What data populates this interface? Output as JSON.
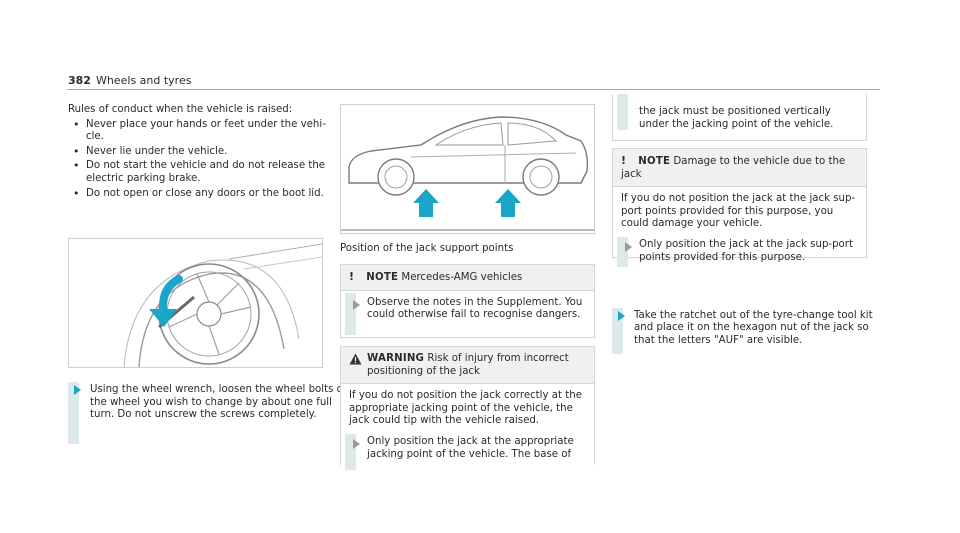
{
  "header": {
    "page_number": "382",
    "title": "Wheels and tyres"
  },
  "col1": {
    "intro": "Rules of conduct when the vehicle is raised:",
    "bullets": [
      "Never place your hands or feet under the vehi-cle.",
      "Never lie under the vehicle.",
      "Do not start the vehicle and do not release the electric parking brake.",
      "Do not open or close any doors or the boot lid."
    ],
    "step": "Using the wheel wrench, loosen the wheel bolts on the wheel you wish to change by about one full turn. Do not unscrew the screws completely."
  },
  "col2": {
    "caption": "Position of the jack support points",
    "note1": {
      "tag": "NOTE",
      "title": "Mercedes-AMG vehicles",
      "step": "Observe the notes in the Supplement. You could otherwise fail to recognise dangers."
    },
    "warning": {
      "tag": "WARNING",
      "title": "Risk of injury from incorrect positioning of the jack",
      "body": "If you do not position the jack correctly at the appropriate jacking point of the vehicle, the jack could tip with the vehicle raised.",
      "step": "Only position the jack at the appropriate jacking point of the vehicle. The base of"
    }
  },
  "col3": {
    "continued": "the jack must be positioned vertically under the jacking point of the vehicle.",
    "note2": {
      "tag": "NOTE",
      "title": "Damage to the vehicle due to the jack",
      "body": "If you do not position the jack at the jack sup-port points provided for this purpose, you could damage your vehicle.",
      "step": "Only position the jack at the jack sup-port points provided for this purpose."
    },
    "step": "Take the ratchet out of the tyre-change tool kit and place it on the hexagon nut of the jack so that the letters \"AUF\" are visible."
  },
  "colors": {
    "accent": "#1aa6c8",
    "stripe": "#dde8ea",
    "header_line": "#7fb2bd",
    "box_head": "#f0f0f0"
  },
  "icons": [
    "exclamation-icon",
    "warning-triangle-icon",
    "step-arrow-icon",
    "wheel-wrench-illustration",
    "car-jack-points-illustration"
  ]
}
